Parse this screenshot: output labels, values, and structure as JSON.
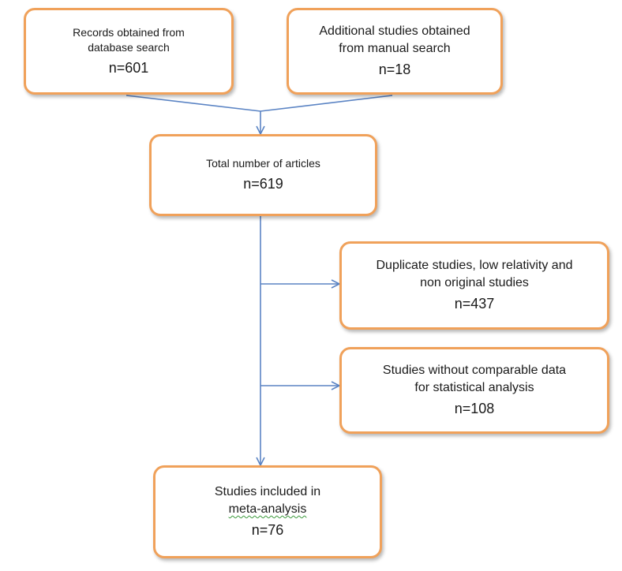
{
  "diagram": {
    "nodes": {
      "database_search": {
        "lines": [
          "Records obtained from",
          "database search"
        ],
        "count": "n=601"
      },
      "manual_search": {
        "lines": [
          "Additional studies obtained",
          "from manual search"
        ],
        "count": "n=18"
      },
      "total": {
        "lines": [
          "Total number of articles"
        ],
        "count": "n=619"
      },
      "excluded_duplicates": {
        "lines": [
          "Duplicate studies, low relativity and",
          "non original studies"
        ],
        "count": "n=437"
      },
      "excluded_no_data": {
        "lines": [
          "Studies without comparable data",
          "for statistical analysis"
        ],
        "count": "n=108"
      },
      "included": {
        "lines": [
          "Studies included in",
          "meta-analysis"
        ],
        "count": "n=76"
      }
    },
    "edges": [
      {
        "from": "database_search",
        "to": "total"
      },
      {
        "from": "manual_search",
        "to": "total"
      },
      {
        "from": "total",
        "to": "excluded_duplicates"
      },
      {
        "from": "total",
        "to": "excluded_no_data"
      },
      {
        "from": "total",
        "to": "included"
      }
    ],
    "colors": {
      "box_border": "#f0a15a",
      "connector": "#5b84c4",
      "spellcheck_underline": "#3c9a3c"
    }
  }
}
